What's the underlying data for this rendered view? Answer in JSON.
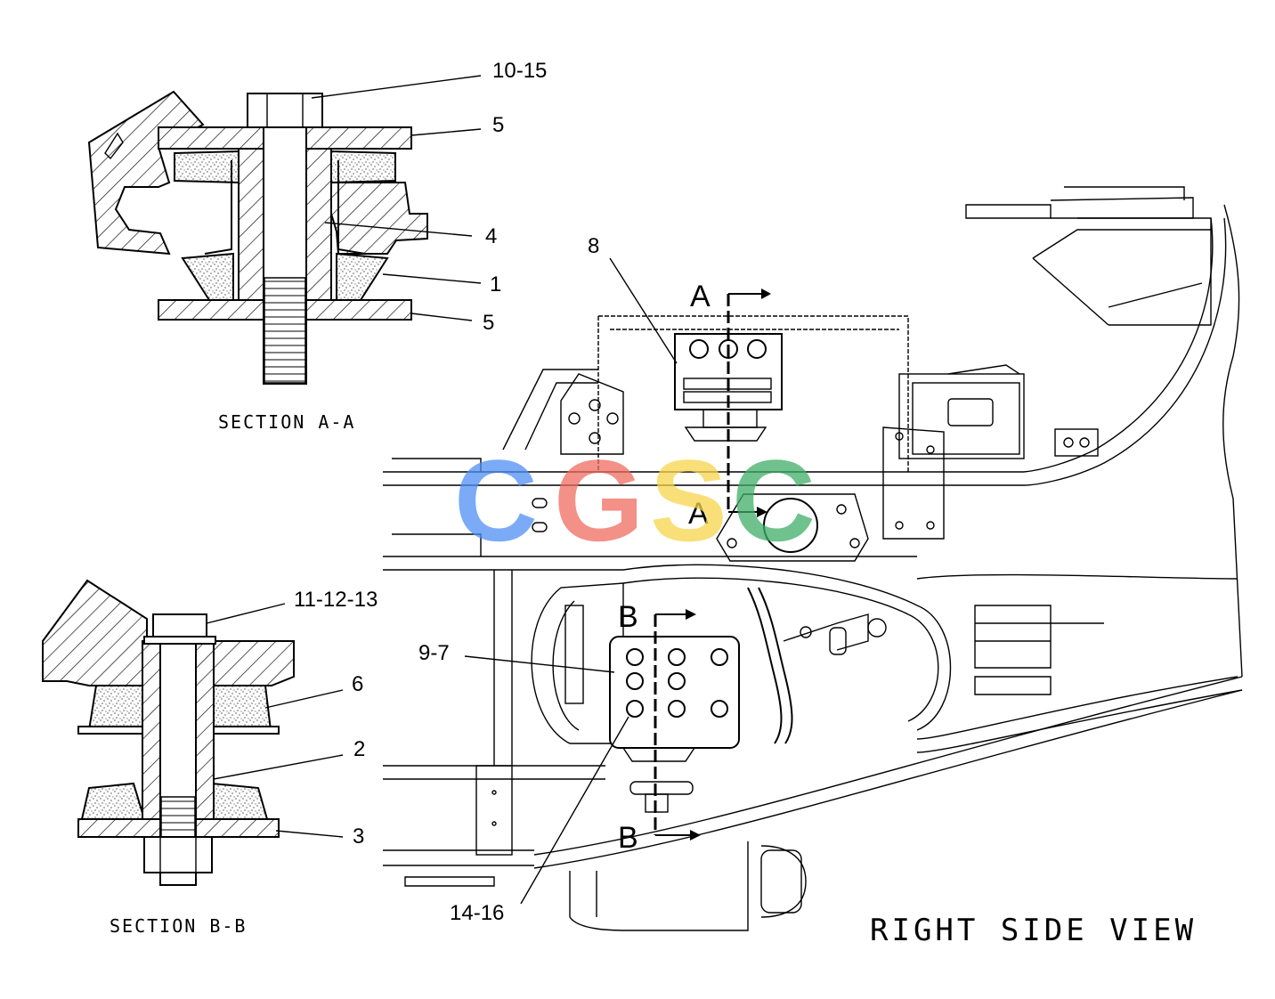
{
  "sections": {
    "a": {
      "title": "SECTION A-A"
    },
    "b": {
      "title": "SECTION B-B"
    }
  },
  "view_title": "RIGHT SIDE VIEW",
  "callouts": {
    "c_10_15": "10-15",
    "c_5_top": "5",
    "c_4": "4",
    "c_1": "1",
    "c_5_bottom": "5",
    "c_11_12_13": "11-12-13",
    "c_6": "6",
    "c_2": "2",
    "c_3": "3",
    "c_8": "8",
    "c_9_7": "9-7",
    "c_14_16": "14-16"
  },
  "cut_markers": {
    "a_top": "A",
    "a_bottom": "A",
    "b_top": "B",
    "b_bottom": "B"
  },
  "watermark": {
    "letters": [
      "C",
      "G",
      "S",
      "C"
    ],
    "colors": [
      "#4f8ff5",
      "#ef6b60",
      "#f7d54a",
      "#3fae67"
    ]
  }
}
